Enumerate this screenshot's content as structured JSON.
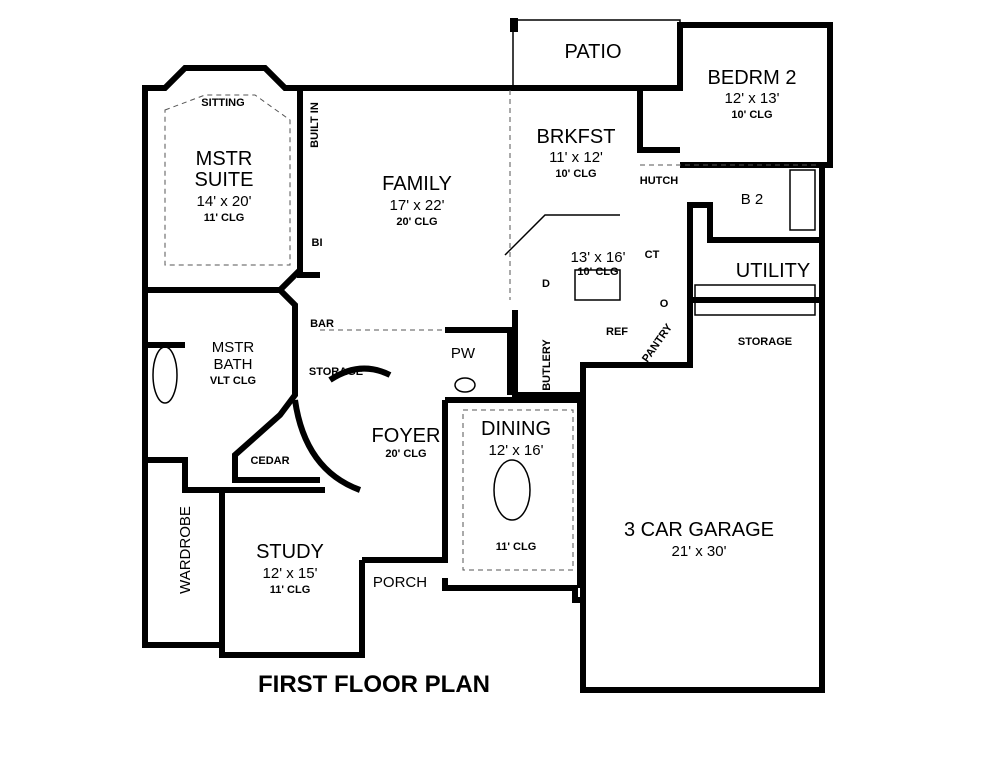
{
  "title": "FIRST FLOOR PLAN",
  "rooms": {
    "patio": {
      "name": "PATIO"
    },
    "bedrm2": {
      "name": "BEDRM 2",
      "size": "12' x 13'",
      "ceiling": "10' CLG"
    },
    "brkfst": {
      "name": "BRKFST",
      "size": "11' x 12'",
      "ceiling": "10' CLG"
    },
    "kitchen": {
      "size": "13' x 16'",
      "ceiling": "10' CLG"
    },
    "family": {
      "name": "FAMILY",
      "size": "17' x 22'",
      "ceiling": "20' CLG"
    },
    "mstr_suite": {
      "name1": "MSTR",
      "name2": "SUITE",
      "size": "14' x 20'",
      "ceiling": "11' CLG"
    },
    "mstr_bath": {
      "name1": "MSTR",
      "name2": "BATH",
      "ceiling": "VLT CLG"
    },
    "foyer": {
      "name": "FOYER",
      "ceiling": "20' CLG"
    },
    "dining": {
      "name": "DINING",
      "size": "12' x 16'",
      "ceiling": "11' CLG"
    },
    "study": {
      "name": "STUDY",
      "size": "12' x 15'",
      "ceiling": "11' CLG"
    },
    "garage": {
      "name": "3 CAR GARAGE",
      "size": "21' x 30'"
    },
    "utility": {
      "name": "UTILITY"
    },
    "b2": {
      "name": "B 2"
    },
    "pw": {
      "name": "PW"
    },
    "porch": {
      "name": "PORCH"
    }
  },
  "labels": {
    "sitting": "SITTING",
    "built_in": "BUILT IN",
    "bi": "BI",
    "bar": "BAR",
    "storage_bar": "STORAGE",
    "cedar": "CEDAR",
    "wardrobe": "WARDROBE",
    "butlery": "BUTLERY",
    "hutch": "HUTCH",
    "ct": "CT",
    "d": "D",
    "o": "O",
    "ref": "REF",
    "pantry": "PANTRY",
    "storage_garage": "STORAGE"
  }
}
